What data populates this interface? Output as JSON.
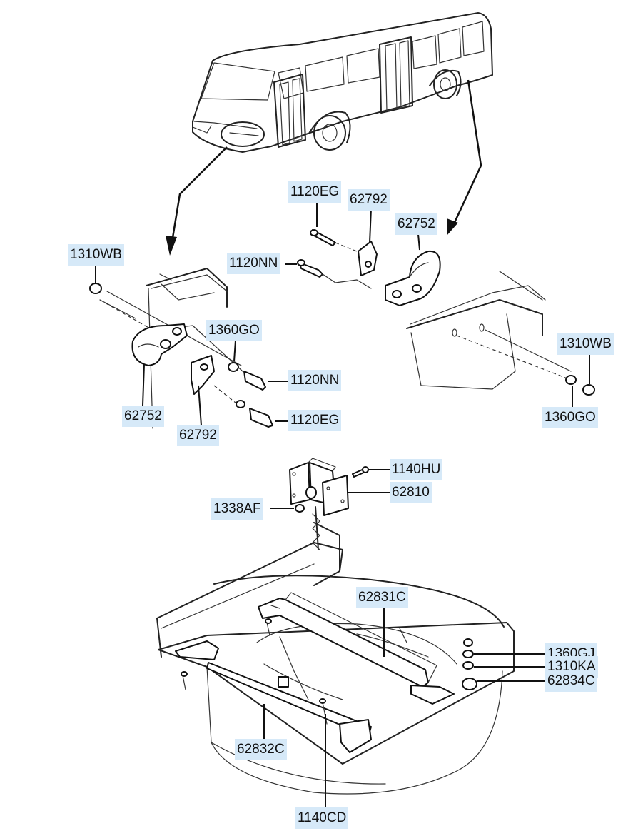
{
  "diagram": {
    "labels": [
      {
        "id": "top-1120eg",
        "text": "1120EG"
      },
      {
        "id": "top-62792",
        "text": "62792"
      },
      {
        "id": "top-62752",
        "text": "62752"
      },
      {
        "id": "top-1120nn",
        "text": "1120NN"
      },
      {
        "id": "left-1310wb",
        "text": "1310WB"
      },
      {
        "id": "left-1360go",
        "text": "1360GO"
      },
      {
        "id": "left-1120nn",
        "text": "1120NN"
      },
      {
        "id": "left-1120eg",
        "text": "1120EG"
      },
      {
        "id": "left-62752",
        "text": "62752"
      },
      {
        "id": "left-62792",
        "text": "62792"
      },
      {
        "id": "right-1310wb",
        "text": "1310WB"
      },
      {
        "id": "right-1360go",
        "text": "1360GO"
      },
      {
        "id": "winch-1140hu",
        "text": "1140HU"
      },
      {
        "id": "winch-62810",
        "text": "62810"
      },
      {
        "id": "winch-1338af",
        "text": "1338AF"
      },
      {
        "id": "carrier-62831c",
        "text": "62831C"
      },
      {
        "id": "carrier-1360gj",
        "text": "1360GJ"
      },
      {
        "id": "carrier-1310ka",
        "text": "1310KA"
      },
      {
        "id": "carrier-62834c",
        "text": "62834C"
      },
      {
        "id": "carrier-62832c",
        "text": "62832C"
      },
      {
        "id": "carrier-1140cd",
        "text": "1140CD"
      }
    ]
  }
}
